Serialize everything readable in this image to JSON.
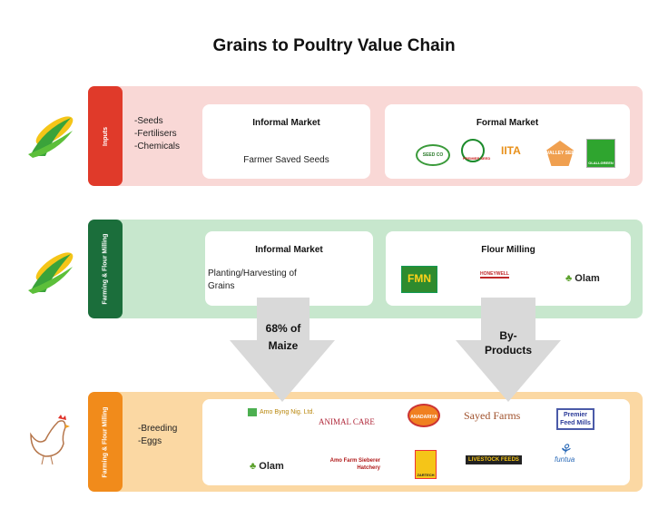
{
  "title": "Grains to Poultry Value Chain",
  "rows": [
    {
      "tab": "Inputs",
      "items": [
        "-Seeds",
        "-Fertilisers",
        "-Chemicals"
      ],
      "informal": {
        "heading": "Informal Market",
        "text": "Farmer Saved Seeds"
      },
      "formal": {
        "heading": "Formal Market",
        "logos": [
          "SEED CO",
          "PREMIER SEED",
          "IITA",
          "VALLEY SEEDS",
          "OLALLGREEN"
        ]
      }
    },
    {
      "tab": "Farming & Flour Milling",
      "informal": {
        "heading": "Informal Market",
        "text": "Planting/Harvesting of Grains"
      },
      "formal": {
        "heading": "Flour Milling",
        "logos": [
          "FMN",
          "HONEYWELL",
          "Olam"
        ]
      }
    },
    {
      "tab": "Farming & Flour Milling",
      "items": [
        "-Breeding",
        "-Eggs"
      ],
      "logos": [
        "Amo Byng Nig. Ltd.",
        "ANIMAL CARE",
        "ANADARIYA",
        "Sayed Farms",
        "Premier Feed Mills",
        "Olam",
        "Amo Farm Sieberer Hatchery",
        "ZARTECH",
        "LIVESTOCK FEEDS",
        "funtua"
      ]
    }
  ],
  "arrows": {
    "left": "68% of Maize",
    "right": "By-Products"
  },
  "colors": {
    "red": "#e03a2a",
    "green": "#1b6e3b",
    "orange": "#f18b1b"
  }
}
